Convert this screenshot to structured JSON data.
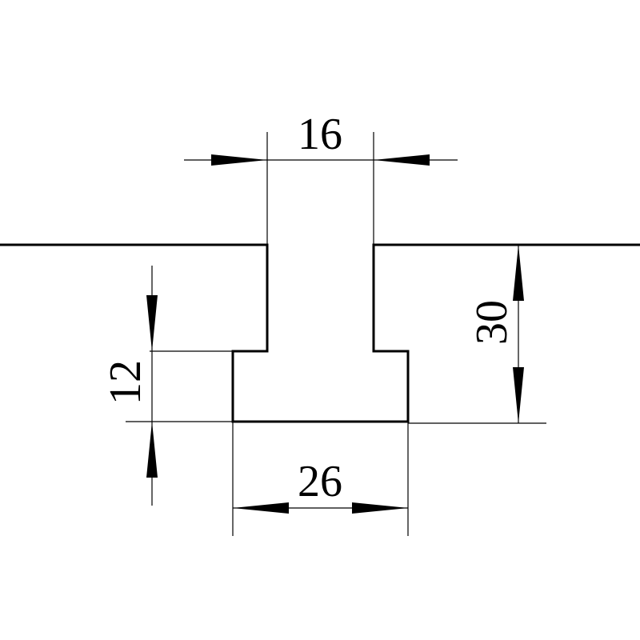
{
  "dimensions": {
    "top_width": "16",
    "depth": "30",
    "flange_height": "12",
    "bottom_width": "26"
  }
}
